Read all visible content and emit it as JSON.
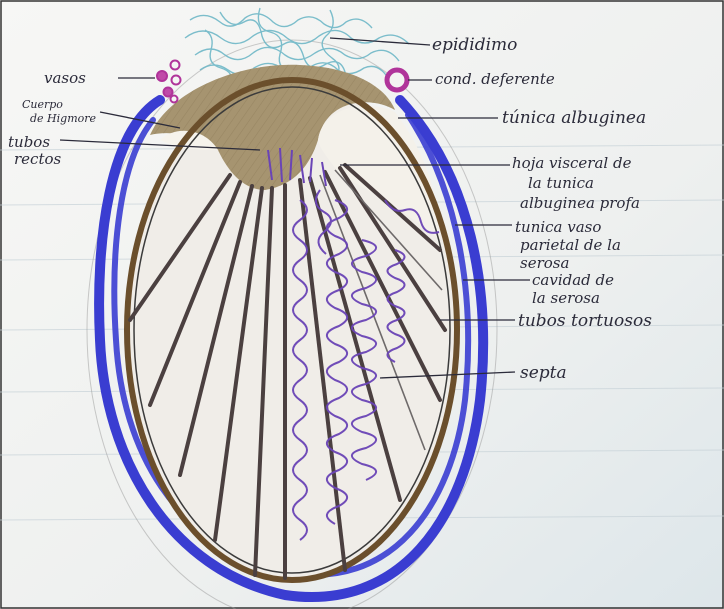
{
  "figure": {
    "labels": {
      "epididimo": "epididimo",
      "cond_deferente": "cond. deferente",
      "tunica_albuginea": "túnica albuginea",
      "hoja_visceral": [
        "hoja visceral de",
        "la tunica",
        "albuginea profa"
      ],
      "tunica_parietal": [
        "tunica vaso",
        "parietal de la",
        "serosa"
      ],
      "cavidad": [
        "cavidad de",
        "la serosa"
      ],
      "tubos_tortuosos": "tubos tortuosos",
      "septa": "septa",
      "vasos": "vasos",
      "cuerpo_highmore": [
        "Cuerpo",
        "de Higmore"
      ],
      "tubos_rectos": [
        "tubos",
        "rectos"
      ]
    },
    "colors": {
      "paper": "#f3f3f1",
      "serosa_blue": "#3a3dd1",
      "capsule_brown": "#6b4f2c",
      "body_mass": "#a69470",
      "epididymis_teal": "#6fb8c7",
      "tubule_purple": "#6a44b6",
      "vessel_magenta": "#b0349a",
      "ink": "#2b2b3a"
    }
  }
}
